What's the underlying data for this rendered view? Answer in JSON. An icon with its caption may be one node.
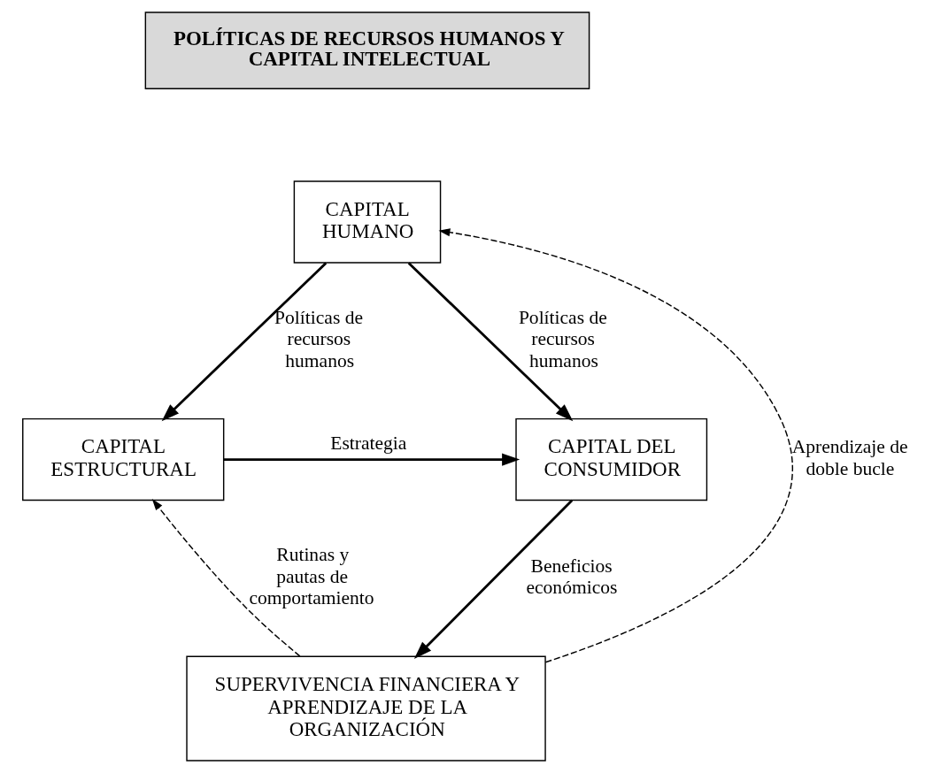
{
  "diagram": {
    "nodes": [
      {
        "text": [
          "POLÍTICAS DE RECURSOS HUMANOS Y CAPITAL INTELECTUAL"
        ]
      },
      {
        "text": [
          "CAPITAL HUMANO"
        ]
      },
      {
        "text": [
          "CAPITAL DEL CONSUMIDOR"
        ]
      },
      {
        "text": [
          "CAPITAL ESTRUCTURAL"
        ]
      },
      {
        "text": [
          "SUPERVIVENCIA FINANCIERA Y APRENDIZAJE DE LA ORGANIZACIÓN"
        ]
      }
    ],
    "edges": [
      {
        "from": 1,
        "to": 2,
        "arrow": "to",
        "label": "Políticas de recursos humanos"
      },
      {
        "from": 1,
        "to": 3,
        "arrow": "to",
        "label": "Políticas de recursos humanos"
      },
      {
        "from": 3,
        "to": 2,
        "arrow": "to",
        "label": "Estrategia"
      },
      {
        "from": 2,
        "to": 4,
        "arrow": "to",
        "label": "Beneficios económicos"
      },
      {
        "from": 4,
        "to": 1,
        "arrow": "to",
        "label": "Aprendizaje de doble bucle",
        "style": "dashed"
      },
      {
        "from": 4,
        "to": 3,
        "arrow": "to",
        "label": "Rutinas y pautas de comportamiento",
        "style": "dashed"
      }
    ]
  }
}
